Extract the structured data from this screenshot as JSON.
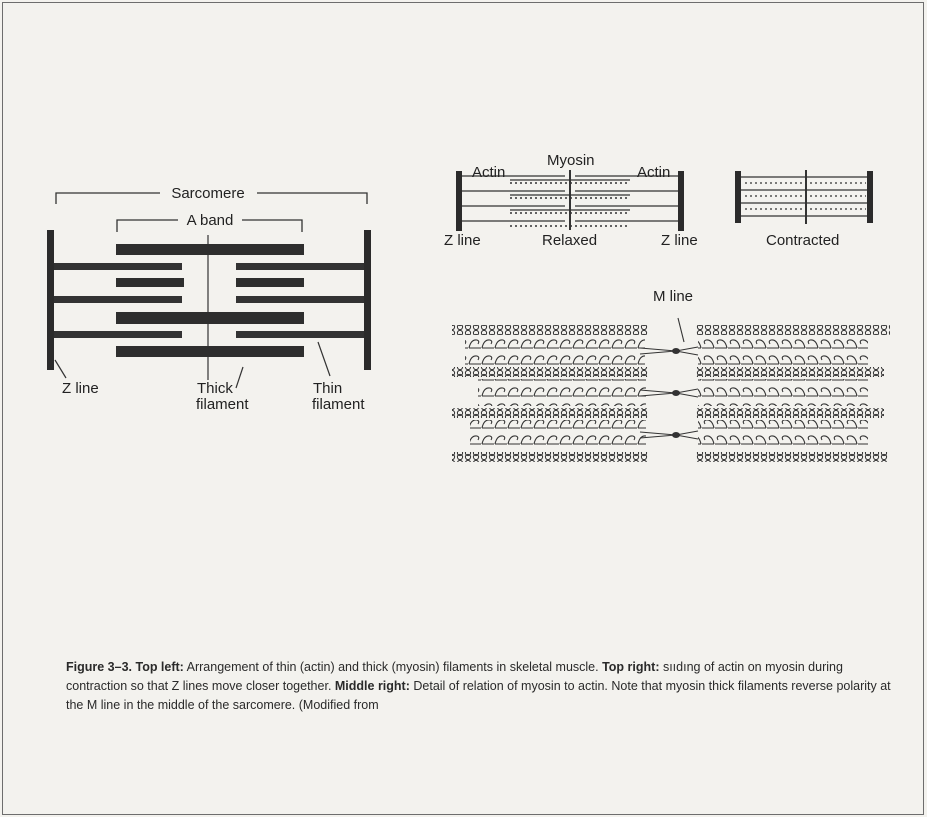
{
  "left_diagram": {
    "sarcomere_label": "Sarcomere",
    "a_band_label": "A band",
    "z_line_label": "Z line",
    "thick_filament_label": [
      "Thick",
      "filament"
    ],
    "thin_filament_label": [
      "Thin",
      "filament"
    ]
  },
  "top_right": {
    "actin_left_label": "Actin",
    "myosin_label": "Myosin",
    "actin_right_label": "Actin",
    "z_line_left_label": "Z line",
    "relaxed_label": "Relaxed",
    "z_line_right_label": "Z line",
    "contracted_label": "Contracted"
  },
  "middle_right": {
    "m_line_label": "M line"
  },
  "caption": {
    "figure_label": "Figure 3–3.",
    "top_left_heading": "Top left:",
    "top_left_text": " Arrangement of thin (actin) and thick (myosin) filaments in skeletal muscle. ",
    "top_right_heading": "Top right:",
    "top_right_text": " ѕııdıng of actin on myosin during contraction so that Z lines move closer together. ",
    "middle_right_heading": "Middle right:",
    "middle_right_text": " Detail of relation of myosin to actin. Note that myosin thick filaments reverse polarity at the M line in the middle of the sarcomere. (Modified from"
  },
  "colors": {
    "paper": "#f3f2ee",
    "ink": "#2b2b2b"
  }
}
